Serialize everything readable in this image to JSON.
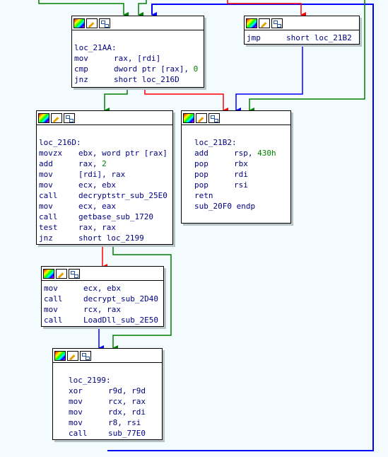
{
  "blocks": {
    "loc_21AA": {
      "label": "loc_21AA:",
      "lines": [
        {
          "mnemonic": "mov",
          "operands": "rax, [rdi]"
        },
        {
          "mnemonic": "cmp",
          "operands": "dword ptr [rax], ",
          "num": "0"
        },
        {
          "mnemonic": "jnz",
          "operands": "short loc_216D"
        }
      ]
    },
    "jmp_block": {
      "lines": [
        {
          "mnemonic": "jmp",
          "operands": "short loc_21B2"
        }
      ]
    },
    "loc_216D": {
      "label": "loc_216D:",
      "lines": [
        {
          "mnemonic": "movzx",
          "operands": "ebx, word ptr [rax]"
        },
        {
          "mnemonic": "add",
          "operands": "rax, ",
          "num": "2"
        },
        {
          "mnemonic": "mov",
          "operands": "[rdi], rax"
        },
        {
          "mnemonic": "mov",
          "operands": "ecx, ebx"
        },
        {
          "mnemonic": "call",
          "operands": "decryptstr_sub_25E0"
        },
        {
          "mnemonic": "mov",
          "operands": "ecx, eax"
        },
        {
          "mnemonic": "call",
          "operands": "getbase_sub_1720"
        },
        {
          "mnemonic": "test",
          "operands": "rax, rax"
        },
        {
          "mnemonic": "jnz",
          "operands": "short loc_2199"
        }
      ]
    },
    "loc_21B2": {
      "label": "loc_21B2:",
      "lines": [
        {
          "mnemonic": "add",
          "operands": "rsp, ",
          "num": "430h"
        },
        {
          "mnemonic": "pop",
          "operands": "rbx"
        },
        {
          "mnemonic": "pop",
          "operands": "rdi"
        },
        {
          "mnemonic": "pop",
          "operands": "rsi"
        },
        {
          "mnemonic": "retn",
          "operands": ""
        },
        {
          "mnemonic": "sub_20F0 endp",
          "operands": ""
        }
      ]
    },
    "call_block": {
      "lines": [
        {
          "mnemonic": "mov",
          "operands": "ecx, ebx"
        },
        {
          "mnemonic": "call",
          "operands": "decrypt_sub_2D40"
        },
        {
          "mnemonic": "mov",
          "operands": "rcx, rax"
        },
        {
          "mnemonic": "call",
          "operands": "LoadDll_sub_2E50"
        }
      ]
    },
    "loc_2199": {
      "label": "loc_2199:",
      "lines": [
        {
          "mnemonic": "xor",
          "operands": "r9d, r9d"
        },
        {
          "mnemonic": "mov",
          "operands": "rcx, rax"
        },
        {
          "mnemonic": "mov",
          "operands": "rdx, rdi"
        },
        {
          "mnemonic": "mov",
          "operands": "r8, rsi"
        },
        {
          "mnemonic": "call",
          "operands": "sub_77E0"
        }
      ]
    }
  },
  "edge_colors": {
    "true_branch": "#008000",
    "false_branch": "#ff0000",
    "unconditional": "#0000ff"
  }
}
